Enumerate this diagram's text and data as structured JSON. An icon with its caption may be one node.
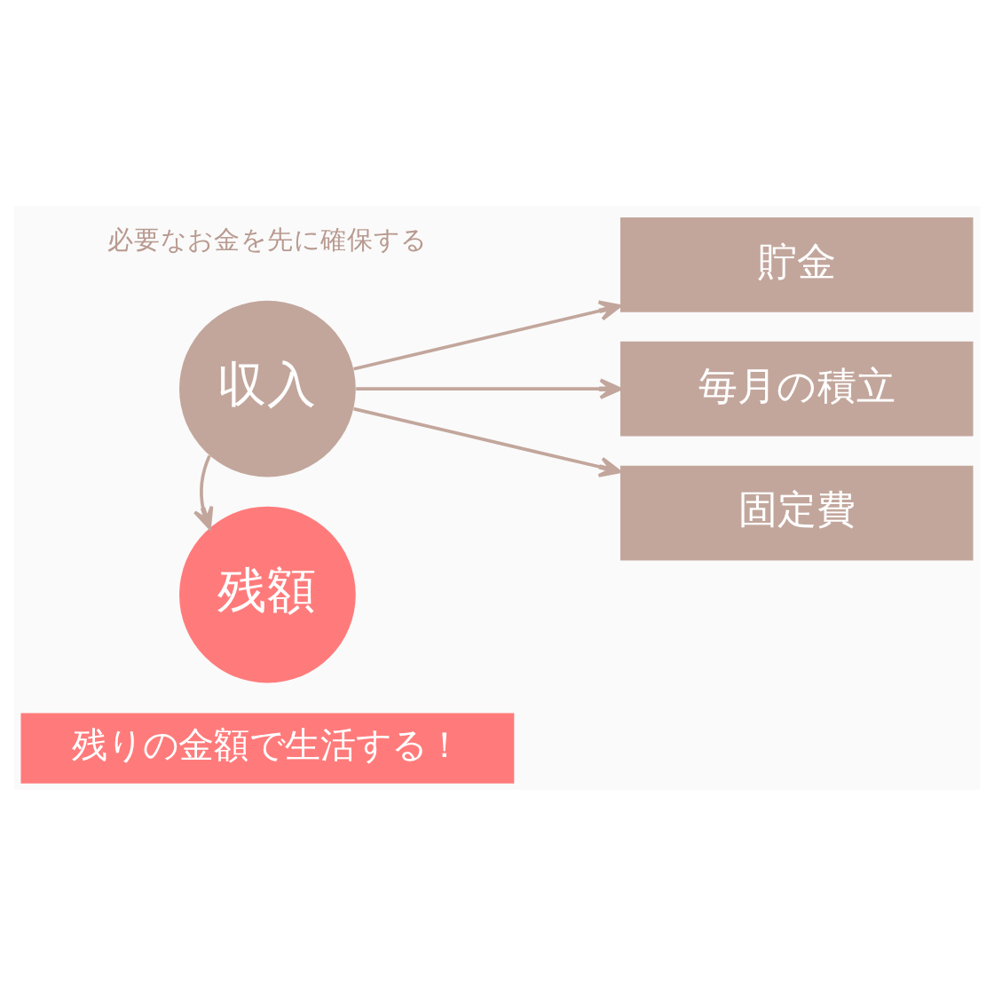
{
  "diagram": {
    "nodes": [
      {
        "text": [
          "収入"
        ]
      },
      {
        "text": [
          "貯金"
        ]
      },
      {
        "text": [
          "毎月の積立"
        ]
      },
      {
        "text": [
          "固定費"
        ]
      },
      {
        "text": [
          "残額"
        ]
      },
      {
        "text": [
          "残りの金額で生活する！"
        ]
      }
    ],
    "edges": [
      {
        "from": 0,
        "to": 1,
        "arrow": "to"
      },
      {
        "from": 0,
        "to": 2,
        "arrow": "to"
      },
      {
        "from": 0,
        "to": 3,
        "arrow": "to"
      },
      {
        "from": 0,
        "to": 4,
        "arrow": "to"
      }
    ],
    "labels": [
      "必要なお金を先に確保する"
    ]
  }
}
